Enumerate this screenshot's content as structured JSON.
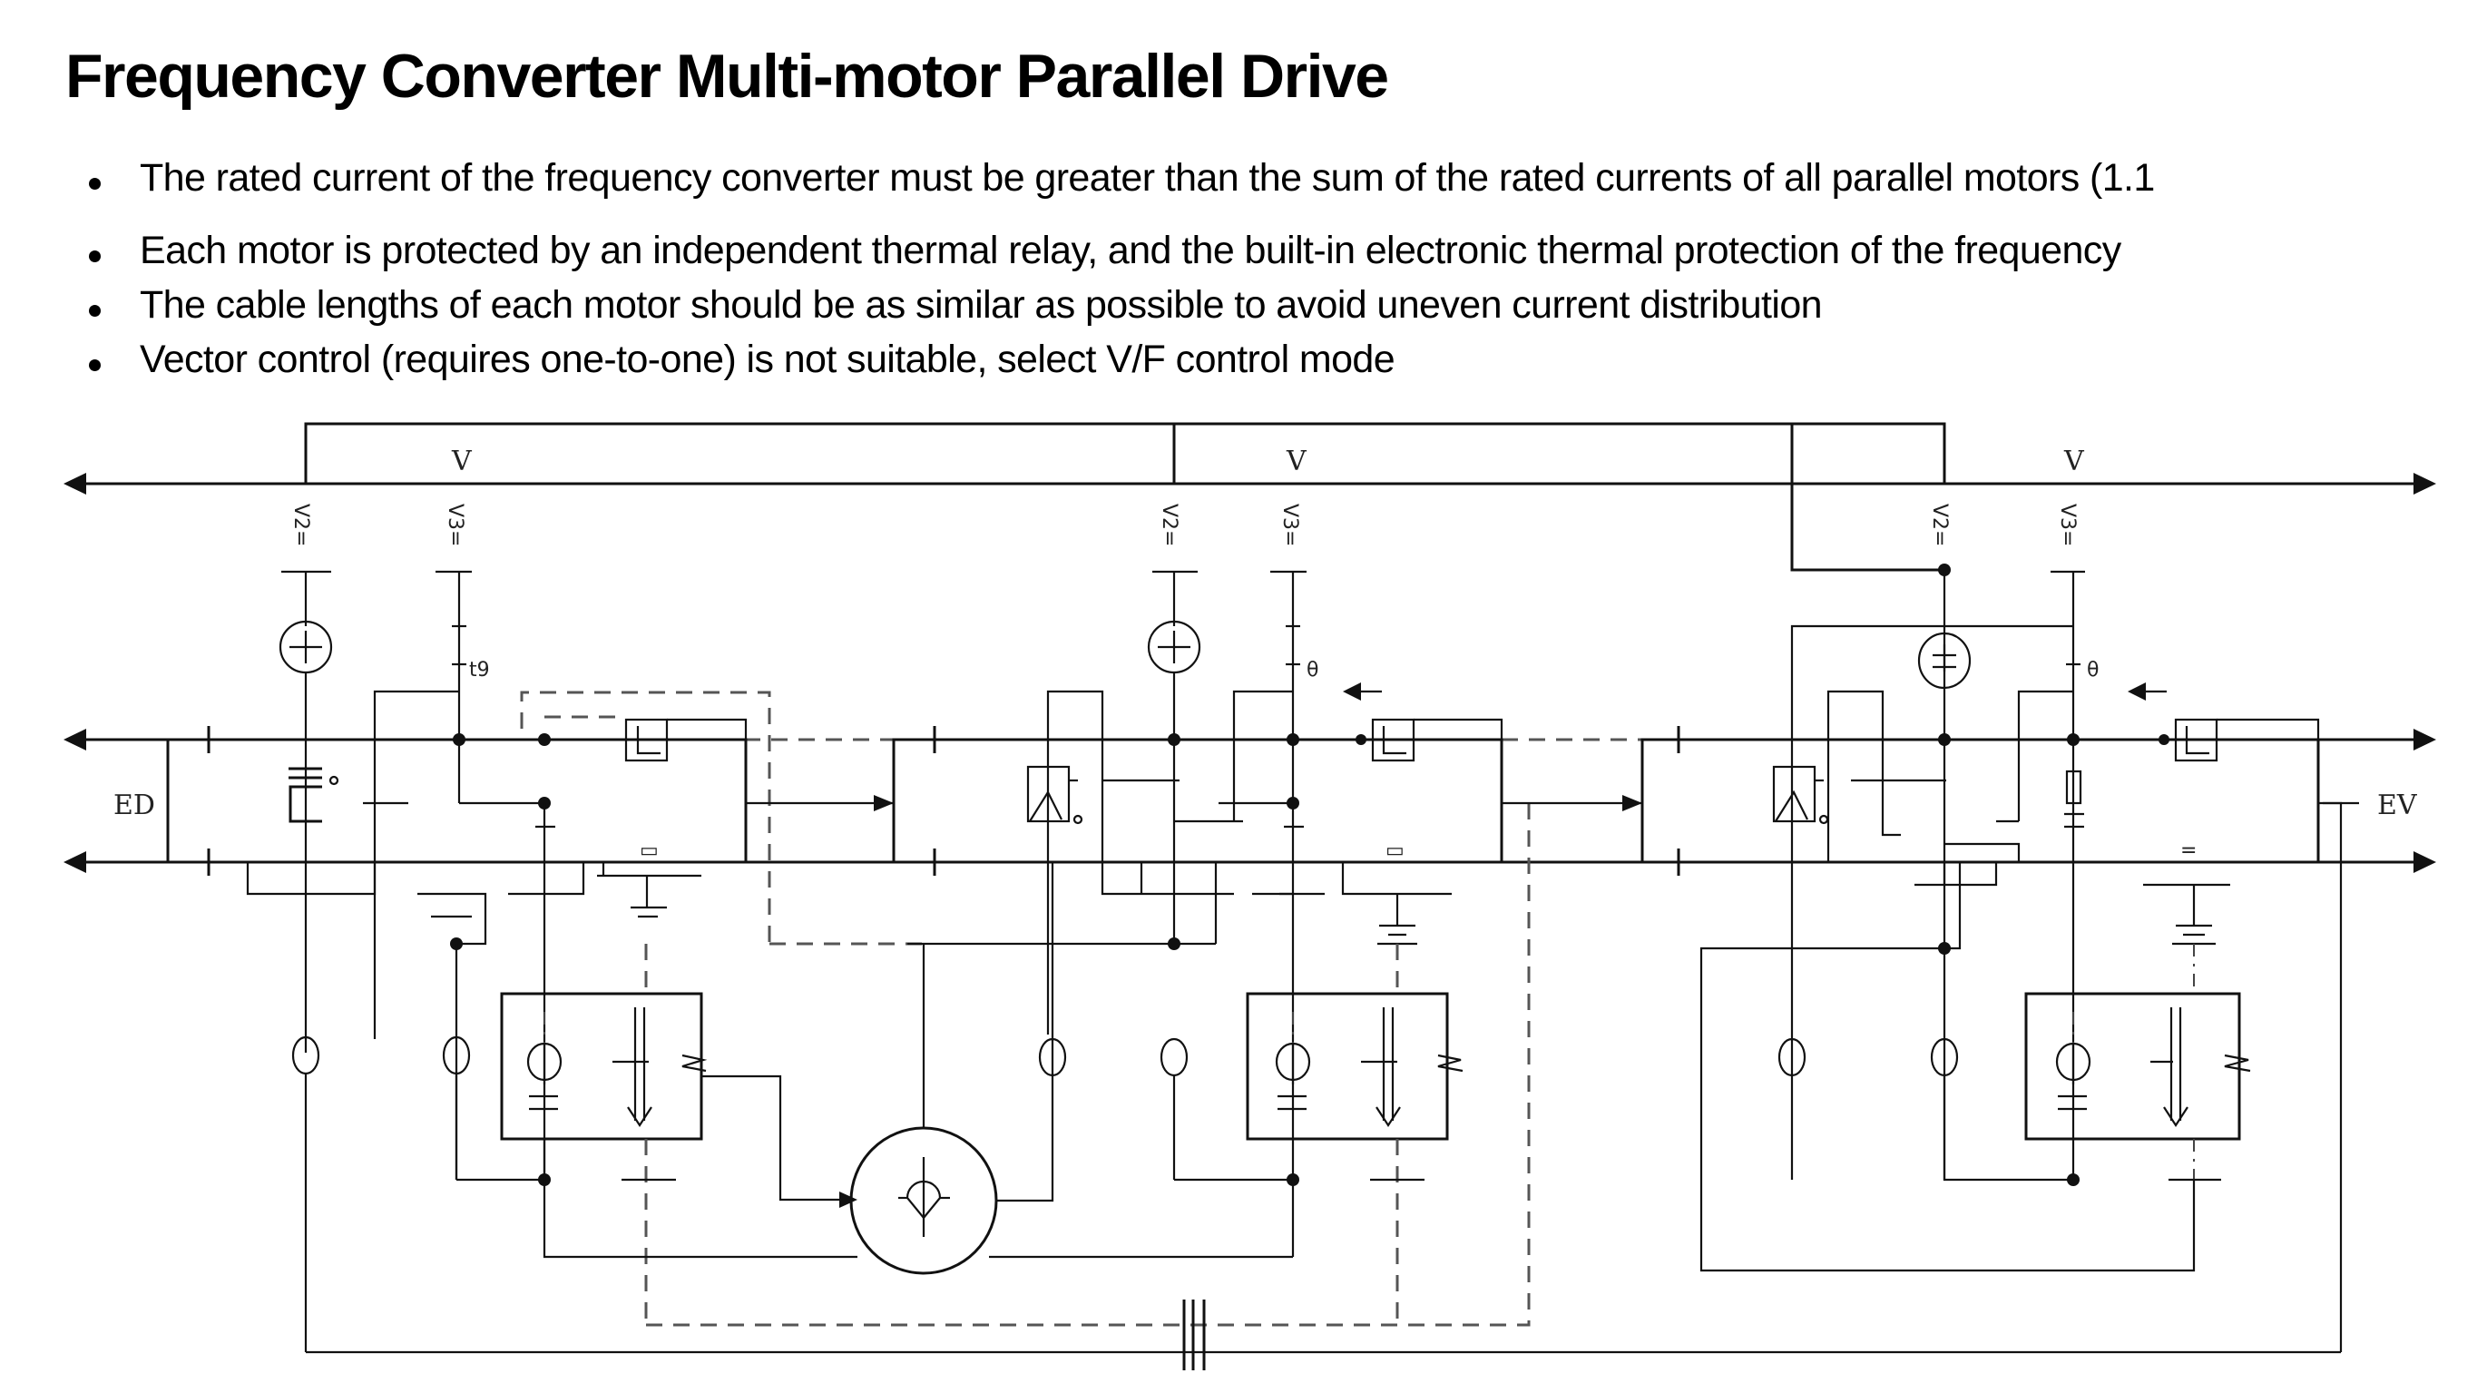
{
  "slide": {
    "title": "Frequency Converter Multi-motor Parallel Drive",
    "bullets": [
      "The rated current of the frequency converter must be greater than the sum of the rated currents of all parallel motors (1.1",
      "Each motor is protected by an independent thermal relay, and the built-in electronic thermal protection of the frequency",
      "The cable lengths of each motor should be as similar as possible to avoid uneven current distribution",
      "Vector control (requires one-to-one) is not suitable, select V/F control mode"
    ]
  },
  "diagram": {
    "left_label": "ED",
    "right_label": "EV",
    "bus_labels": [
      "V",
      "V",
      "V"
    ],
    "terminal_labels": [
      "V2=",
      "V3=",
      "V2=",
      "V3=",
      "V2=",
      "V3="
    ],
    "tap_labels": [
      "t9",
      "θ",
      "θ"
    ],
    "units": [
      {
        "name": "drive-unit-1",
        "source_symbol": "+",
        "contactor_mark": "▭"
      },
      {
        "name": "drive-unit-2",
        "source_symbol": "+",
        "contactor_mark": "▭"
      },
      {
        "name": "drive-unit-3",
        "source_symbol": "±",
        "contactor_mark": "="
      }
    ],
    "icons": {
      "motor": "motor-symbol-icon",
      "source": "voltage-source-icon",
      "relay": "thermal-relay-icon",
      "ground": "ground-icon",
      "ct": "current-transformer-icon",
      "contact": "contact-switch-icon"
    }
  }
}
